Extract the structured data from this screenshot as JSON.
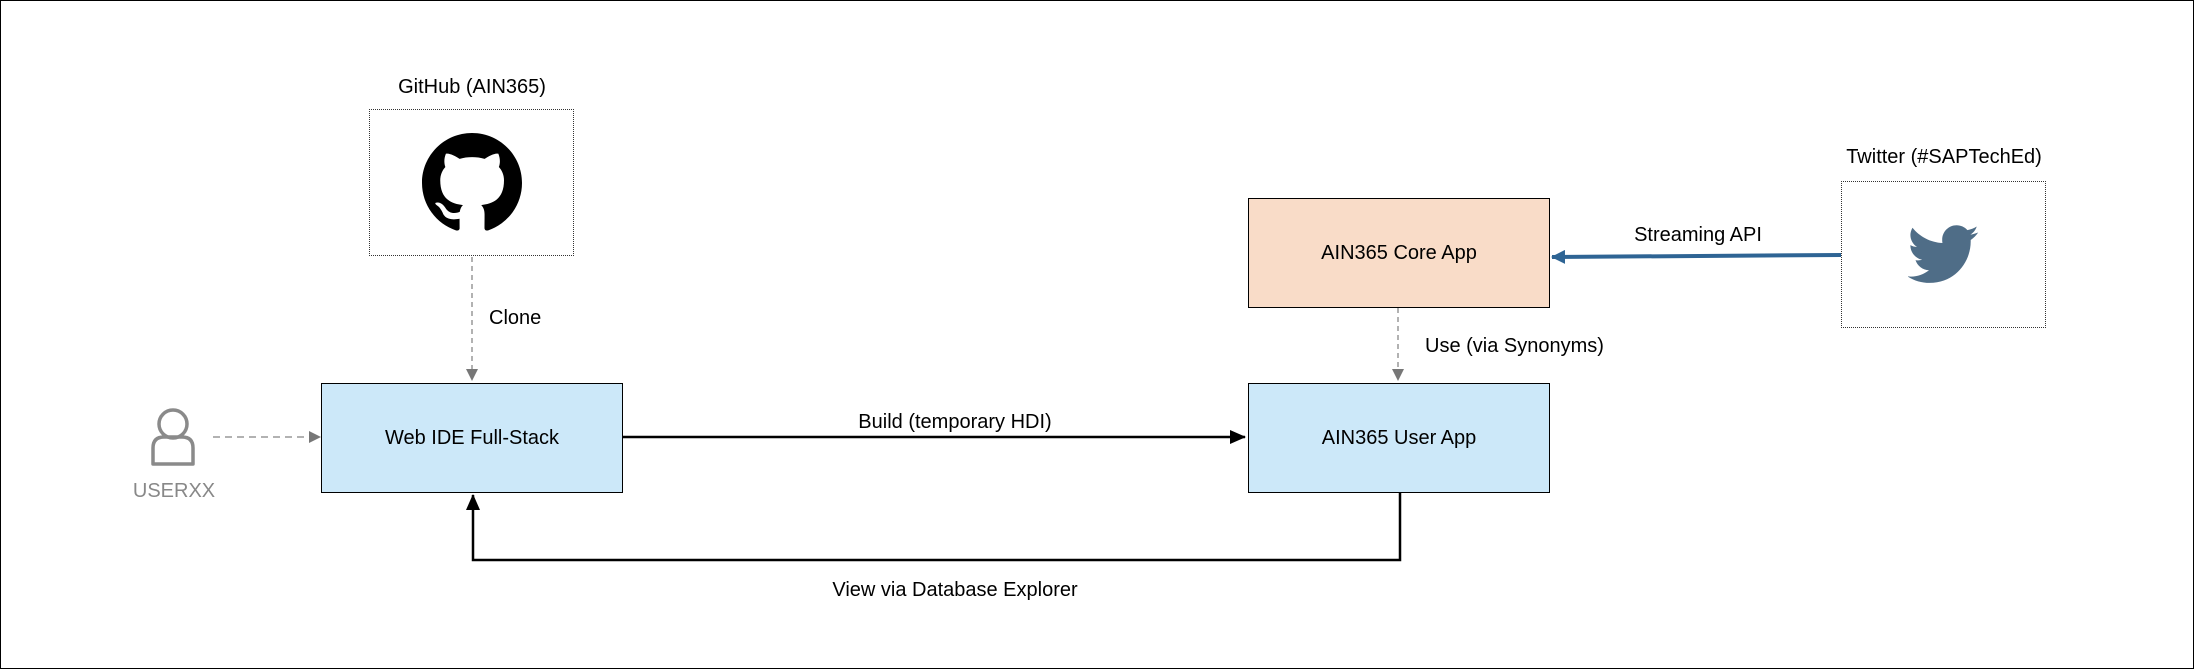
{
  "nodes": {
    "github": {
      "label": "GitHub (AIN365)"
    },
    "twitter": {
      "label": "Twitter (#SAPTechEd)"
    },
    "core_app": {
      "label": "AIN365 Core App"
    },
    "web_ide": {
      "label": "Web IDE Full-Stack"
    },
    "user_app": {
      "label": "AIN365 User App"
    },
    "user": {
      "label": "USERXX"
    }
  },
  "edges": {
    "clone": {
      "label": "Clone"
    },
    "streaming": {
      "label": "Streaming API"
    },
    "synonyms": {
      "label": "Use (via Synonyms)"
    },
    "build": {
      "label": "Build (temporary HDI)"
    },
    "view": {
      "label": "View via Database Explorer"
    }
  },
  "colors": {
    "blue_box": "#cce8f9",
    "peach_box": "#f9dcc8",
    "streaming_arrow": "#2e6494",
    "twitter_bird": "#4f6d87",
    "dashed_arrow": "#999999",
    "user_icon": "#8a8a8a"
  },
  "icons": {
    "github": "github-icon",
    "twitter": "twitter-bird-icon",
    "user": "user-person-icon"
  }
}
